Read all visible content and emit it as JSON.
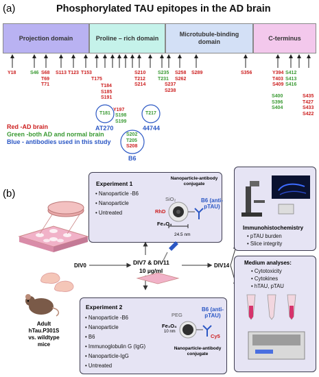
{
  "panel_a": {
    "label": "(a)",
    "title": "Phosphorylated TAU epitopes in the AD brain",
    "domains": {
      "projection": "Projection domain",
      "proline": "Proline – rich domain",
      "microtubule": "Microtubule-binding domain",
      "cterm": "C-terminus"
    },
    "sites": {
      "g1": "Y18",
      "g2": "S46",
      "g3": [
        "S68",
        "T69",
        "T71"
      ],
      "g4": "S113",
      "g5": "T123",
      "g6": "T153",
      "g7": "T175",
      "g8": [
        "T184",
        "S185",
        "S191"
      ],
      "g9": "Y197",
      "g10": [
        "S198",
        "S199"
      ],
      "g11": [
        "S210",
        "T212",
        "S214"
      ],
      "g12": [
        "S235",
        "T231"
      ],
      "g13": [
        "S237",
        "S238"
      ],
      "g14": [
        "S258",
        "S262"
      ],
      "g15": "S289",
      "g16": "S356",
      "g17": [
        "Y394",
        "T403",
        "S409"
      ],
      "g18": [
        "S400",
        "S396",
        "S404"
      ],
      "g19": [
        "S412",
        "S413",
        "S416"
      ],
      "g20": [
        "S435",
        "T427",
        "S433",
        "S422"
      ],
      "circle1": "T181",
      "circle2": "T217",
      "circle3": [
        "S202",
        "T205",
        "S208"
      ]
    },
    "antibodies": {
      "at270": "AT270",
      "a44744": "44744",
      "b6": "B6"
    },
    "legend": {
      "red": "Red -AD brain",
      "green": "Green -both AD and normal brain",
      "blue": "Blue - antibodies used in this study"
    }
  },
  "panel_b": {
    "label": "(b)",
    "exp1": {
      "title": "Experiment 1",
      "items": [
        "Nanoparticle -B6",
        "Nanoparticle",
        "Untreated"
      ],
      "conjugate": "Nanoparticle-antibody conjugate",
      "sio2": "SiO₂",
      "rhd": "RhD",
      "fe3o4": "Fe₃O₄",
      "size": "24.5 nm",
      "antibody": "B6 (anti-pTAU)"
    },
    "exp2": {
      "title": "Experiment 2",
      "items": [
        "Nanoparticle -B6",
        "Nanoparticle",
        "B6",
        "Immunoglobulin G (IgG)",
        "Nanoparticle-IgG",
        "Untreated"
      ],
      "peg": "PEG",
      "fe3o4": "Fe₃O₄",
      "size": "10 nm",
      "antibody": "B6 (anti-pTAU)",
      "cy5": "Cy5",
      "conjugate": "Nanoparticle-antibody conjugate"
    },
    "timeline": {
      "div0": "DIV0",
      "div711": "DIV7 & DIV11",
      "dose": "10 µg/ml",
      "div14": "DIV14"
    },
    "mice": "Adult hTau.P301S vs. wildtype mice",
    "ihc": {
      "title": "Immunohistochemistry",
      "items": [
        "pTAU burden",
        "Slice integrity"
      ]
    },
    "medium": {
      "title": "Medium analyses:",
      "items": [
        "Cytotoxicity",
        "Cytokines",
        "hTAU, pTAU"
      ]
    }
  },
  "colors": {
    "red": "#cc1f1f",
    "green": "#3a9a33",
    "blue": "#2b57c4",
    "box_fill": "#e6e4f4"
  }
}
